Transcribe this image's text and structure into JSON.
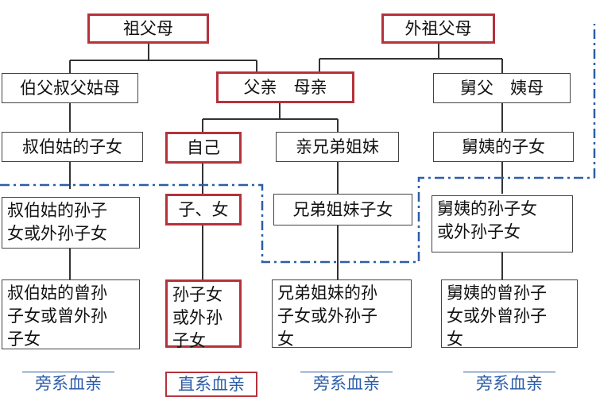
{
  "nodes": {
    "grandparents": "祖父母",
    "maternal_grandparents": "外祖父母",
    "uncles_aunts": "伯父叔父姑母",
    "parents": "父亲　母亲",
    "maternal_uncles_aunts": "舅父　姨母",
    "cousins": "叔伯姑的子女",
    "self": "自己",
    "siblings": "亲兄弟姐妹",
    "maternal_cousins": "舅姨的子女",
    "cousins_grandchildren": "叔伯姑的孙子\n女或外孙子女",
    "children": "子、女",
    "siblings_children": "兄弟姐妹子女",
    "maternal_cousins_grandchildren": "舅姨的孙子女\n或外孙子女",
    "cousins_great_grandchildren": "叔伯姑的曾孙\n子女或曾外孙\n子女",
    "grandchildren": "孙子女\n或外孙\n子女",
    "siblings_grandchildren": "兄弟姐妹的孙\n子女或外孙子\n女",
    "maternal_great_grandchildren": "舅姨的曾孙子\n女或外曾孙子\n女"
  },
  "footer": {
    "collateral_1": "旁系血亲",
    "direct": "直系血亲",
    "collateral_2": "旁系血亲",
    "collateral_3": "旁系血亲"
  },
  "colors": {
    "highlight_border": "#b5323a",
    "box_border": "#444444",
    "dashed_line": "#2c5da8",
    "footer_text": "#2c5da8"
  }
}
